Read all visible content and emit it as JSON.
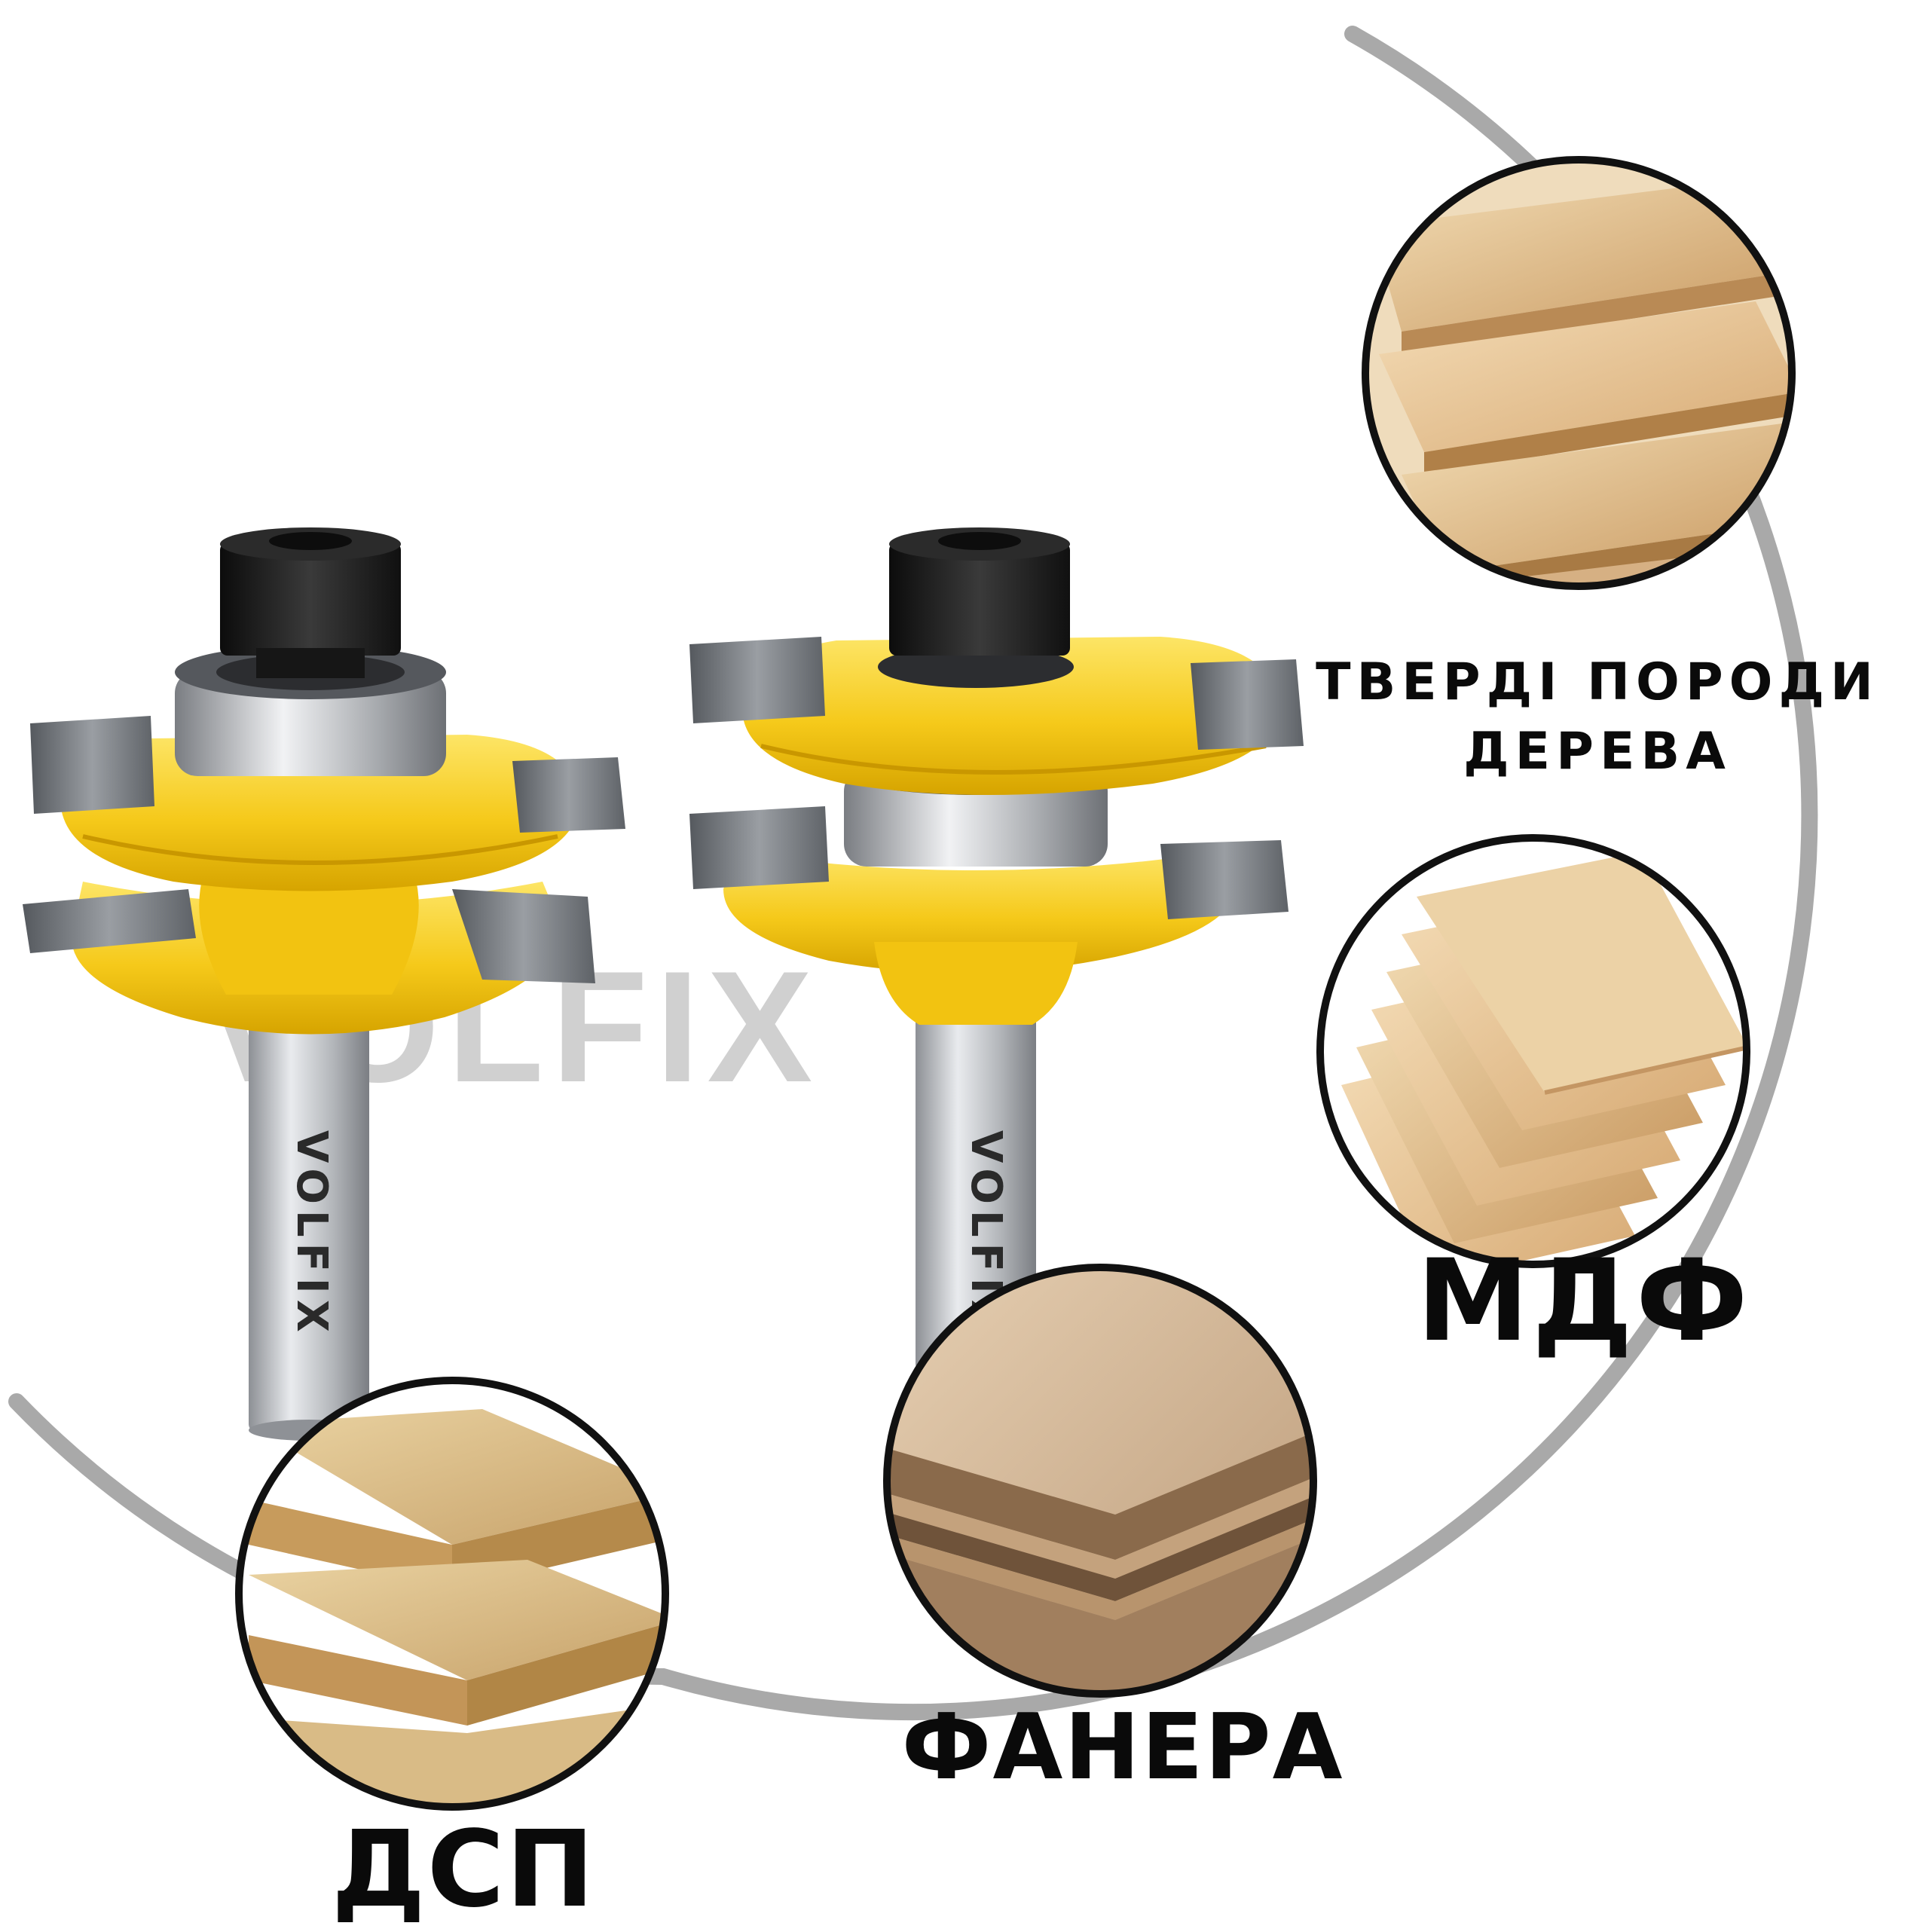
{
  "brand": {
    "watermark": "VOLFIX",
    "shank_engraving": "VOLFIX"
  },
  "materials": [
    {
      "id": "hardwood",
      "label_line1": "ТВЕРДІ ПОРОДИ",
      "label_line2": "ДЕРЕВА"
    },
    {
      "id": "mdf",
      "label": "МДФ"
    },
    {
      "id": "plywood",
      "label": "ФАНЕРА"
    },
    {
      "id": "chipboard",
      "label": "ДСП"
    }
  ],
  "colors": {
    "cutter_yellow": "#f5c91a",
    "cutter_shadow": "#d9a800",
    "carbide": "#6f7378",
    "steel": "#b9bcc0",
    "nut": "#1c1c1c",
    "arc": "#a9a9a9",
    "wood_light": "#e8c79a",
    "wood_mid": "#c9a06b",
    "chip": "#d8b97f"
  }
}
